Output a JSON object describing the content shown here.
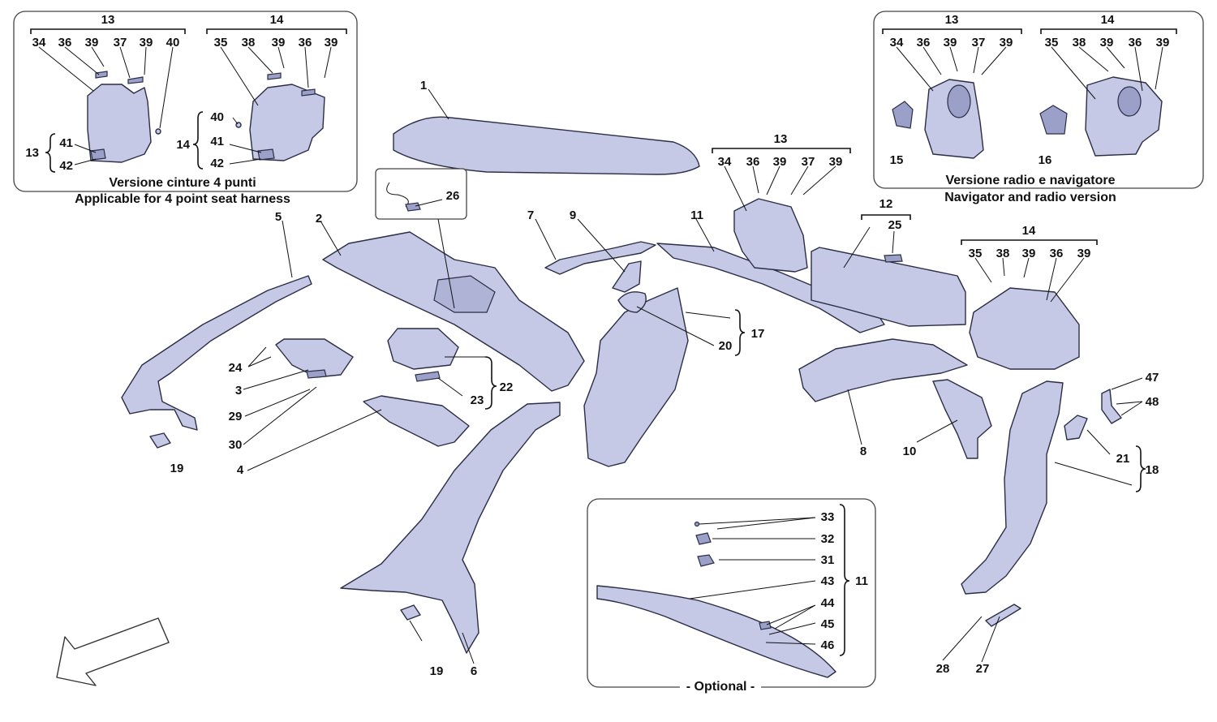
{
  "insets": {
    "seat_harness": {
      "title_it": "Versione cinture 4 punti",
      "title_en": "Applicable for 4 point seat harness",
      "group_left": "13",
      "group_right": "14",
      "labels": [
        "34",
        "36",
        "39",
        "37",
        "39",
        "40",
        "35",
        "38",
        "39",
        "36",
        "39",
        "40",
        "41",
        "42",
        "41",
        "42",
        "13",
        "14"
      ]
    },
    "radio_nav": {
      "title_it": "Versione radio e navigatore",
      "title_en": "Navigator and radio version",
      "group_left": "13",
      "group_right": "14",
      "labels": [
        "34",
        "36",
        "39",
        "37",
        "39",
        "35",
        "38",
        "39",
        "36",
        "39",
        "15",
        "16"
      ]
    },
    "optional": {
      "title": "- Optional -",
      "labels": [
        "33",
        "32",
        "31",
        "43",
        "44",
        "45",
        "46",
        "11"
      ]
    }
  },
  "main_labels": {
    "roof_panel": "1",
    "headliner": "2",
    "sun_visor_left": "3",
    "sun_visor_right": "4",
    "a_pillar_trim": "5",
    "pillar_lower": "6",
    "roof_rail_front": "7",
    "rear_side_trim": "8",
    "small_bracket": "9",
    "side_trim_piece": "10",
    "roof_rail": "11",
    "rear_panel": "12",
    "group_13": "13",
    "group_14": "14",
    "b_pillar_group": "17",
    "c_pillar_group": "18",
    "clip_19a": "19",
    "clip_19b": "19",
    "grab_handle": "20",
    "cover_21": "21",
    "courtesy_light": "22",
    "bulbs": "23",
    "screws_24": "24",
    "clip_25": "25",
    "wiring_26": "26",
    "screw_27": "27",
    "screw_28": "28",
    "clip_29": "29",
    "screw_30": "30",
    "bracket_47": "47",
    "screws_48": "48"
  },
  "center_group_13": [
    "34",
    "36",
    "39",
    "37",
    "39"
  ],
  "right_group_14": [
    "35",
    "38",
    "39",
    "36",
    "39"
  ],
  "colors": {
    "part_fill": "#c5c9e6",
    "outline": "#2a2d45",
    "text": "#111111"
  },
  "icons": [
    "front-direction-arrow-icon"
  ]
}
